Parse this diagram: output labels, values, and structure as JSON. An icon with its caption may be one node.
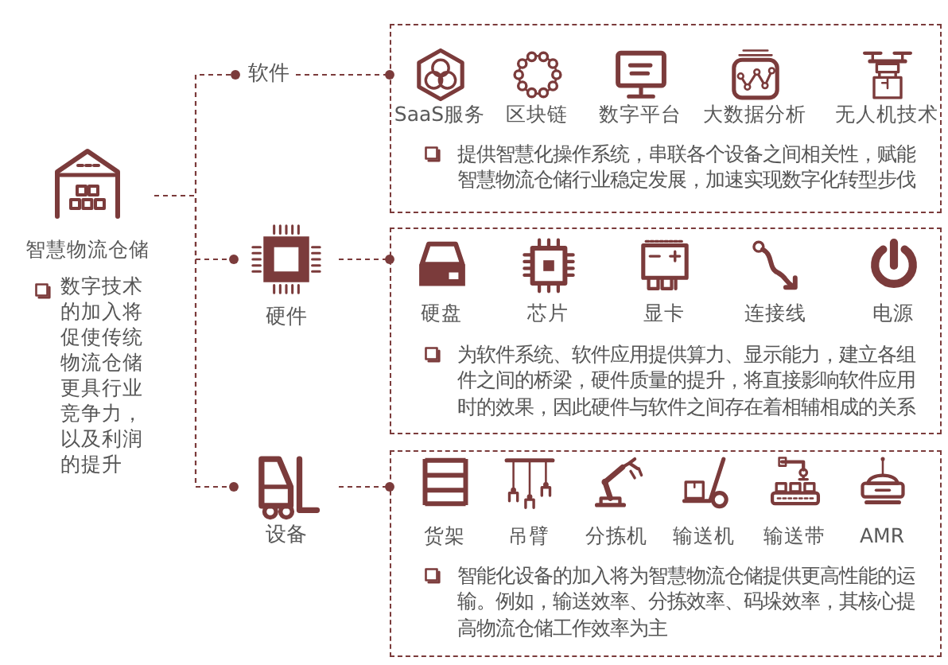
{
  "diagram": {
    "nodes": [
      {
        "text": [
          "智慧物流仓储",
          "数字技术的加入将促使传统物流仓储更具行业竞争力，以及利润的提升"
        ]
      },
      {
        "text": [
          "软件"
        ]
      },
      {
        "text": [
          "提供智慧化操作系统，串联各个设备之间相关性，赋能智慧物流仓储行业稳定发展，加速实现数字化转型步伐"
        ]
      },
      {
        "text": [
          "SaaS服务"
        ],
        "in": 2
      },
      {
        "text": [
          "区块链"
        ],
        "in": 2
      },
      {
        "text": [
          "数字平台"
        ],
        "in": 2
      },
      {
        "text": [
          "大数据分析"
        ],
        "in": 2
      },
      {
        "text": [
          "无人机技术"
        ],
        "in": 2
      },
      {
        "text": [
          "硬件"
        ]
      },
      {
        "text": [
          "为软件系统、软件应用提供算力、显示能力，建立各组件之间的桥梁，硬件质量的提升，将直接影响软件应用时的效果，因此硬件与软件之间存在着相辅相成的关系"
        ]
      },
      {
        "text": [
          "硬盘"
        ],
        "in": 9
      },
      {
        "text": [
          "芯片"
        ],
        "in": 9
      },
      {
        "text": [
          "显卡"
        ],
        "in": 9
      },
      {
        "text": [
          "连接线"
        ],
        "in": 9
      },
      {
        "text": [
          "电源"
        ],
        "in": 9
      },
      {
        "text": [
          "设备"
        ]
      },
      {
        "text": [
          "智能化设备的加入将为智慧物流仓储提供更高性能的运输。例如，输送效率、分拣效率、码垛效率，其核心提高物流仓储工作效率为主"
        ]
      },
      {
        "text": [
          "货架"
        ],
        "in": 16
      },
      {
        "text": [
          "吊臂"
        ],
        "in": 16
      },
      {
        "text": [
          "分拣机"
        ],
        "in": 16
      },
      {
        "text": [
          "输送机"
        ],
        "in": 16
      },
      {
        "text": [
          "输送带"
        ],
        "in": 16
      },
      {
        "text": [
          "AMR"
        ],
        "in": 16
      }
    ],
    "edges": [
      {
        "from": 0,
        "to": 1,
        "arrow": "other",
        "style": "dashed"
      },
      {
        "from": 1,
        "to": 2,
        "arrow": "other",
        "style": "dashed"
      },
      {
        "from": 0,
        "to": 8,
        "arrow": "other",
        "style": "dashed"
      },
      {
        "from": 8,
        "to": 9,
        "arrow": "other",
        "style": "dashed"
      },
      {
        "from": 0,
        "to": 15,
        "arrow": "other",
        "style": "dashed"
      },
      {
        "from": 15,
        "to": 16,
        "arrow": "other",
        "style": "dashed"
      }
    ]
  }
}
